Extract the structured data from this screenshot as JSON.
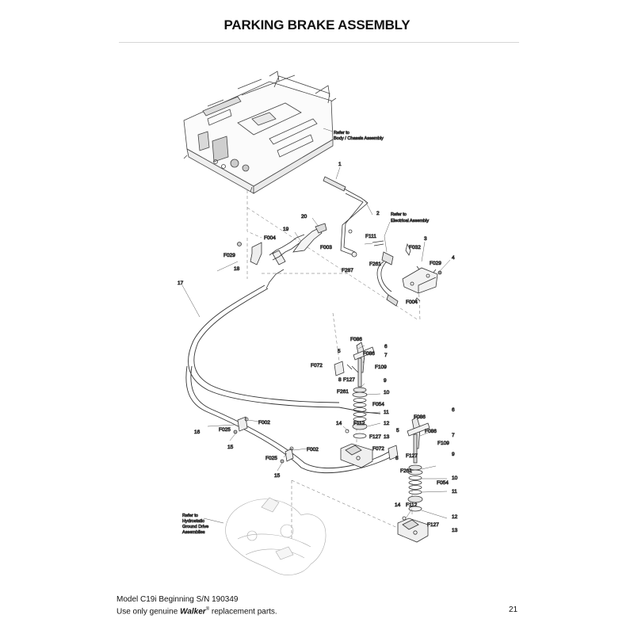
{
  "title": "PARKING BRAKE ASSEMBLY",
  "references": {
    "chassis": [
      "Refer to",
      "Body / Chassis Assembly"
    ],
    "electrical": [
      "Refer to",
      "Electrical Assembly"
    ],
    "hydro": [
      "Refer to",
      "Hydrostatic",
      "Ground Drive",
      "Assemblies"
    ]
  },
  "labels": {
    "n1": "1",
    "n2": "2",
    "n3": "3",
    "n4": "4",
    "n20": "20",
    "n19": "19",
    "n18": "18",
    "n17": "17",
    "f004a": "F004",
    "f029a": "F029",
    "f003": "F003",
    "f111": "F111",
    "f261a": "F261",
    "f287": "F287",
    "f032": "F032",
    "f029b": "F029",
    "f004b": "F004",
    "f086a": "F086",
    "n6a": "6",
    "f086b": "F086",
    "n7a": "7",
    "n5a": "5",
    "f072a": "F072",
    "f109a": "F109",
    "n8a": "8",
    "f127a": "F127",
    "n9a": "9",
    "f261b": "F261",
    "n10a": "10",
    "f054a": "F054",
    "n11a": "11",
    "n14a": "14",
    "f112a": "F112",
    "n12a": "12",
    "f127b": "F127",
    "n13a": "13",
    "f086c": "F086",
    "n6b": "6",
    "f086d": "F086",
    "n5b": "5",
    "n7b": "7",
    "f109b": "F109",
    "f072b": "F072",
    "n8b": "8",
    "f127c": "F127",
    "n9b": "9",
    "f261c": "F261",
    "n10b": "10",
    "f054b": "F054",
    "n11b": "11",
    "n14b": "14",
    "f112b": "F112",
    "n12b": "12",
    "f127d": "F127",
    "n13b": "13",
    "f002a": "F002",
    "n16": "16",
    "f025a": "F025",
    "n15a": "15",
    "f002b": "F002",
    "f025b": "F025",
    "n15b": "15"
  },
  "footer": {
    "line1": "Model C19i Beginning S/N 190349",
    "line2_pre": "Use only genuine ",
    "line2_brand": "Walker",
    "line2_reg": "®",
    "line2_post": " replacement parts.",
    "page": "21"
  }
}
